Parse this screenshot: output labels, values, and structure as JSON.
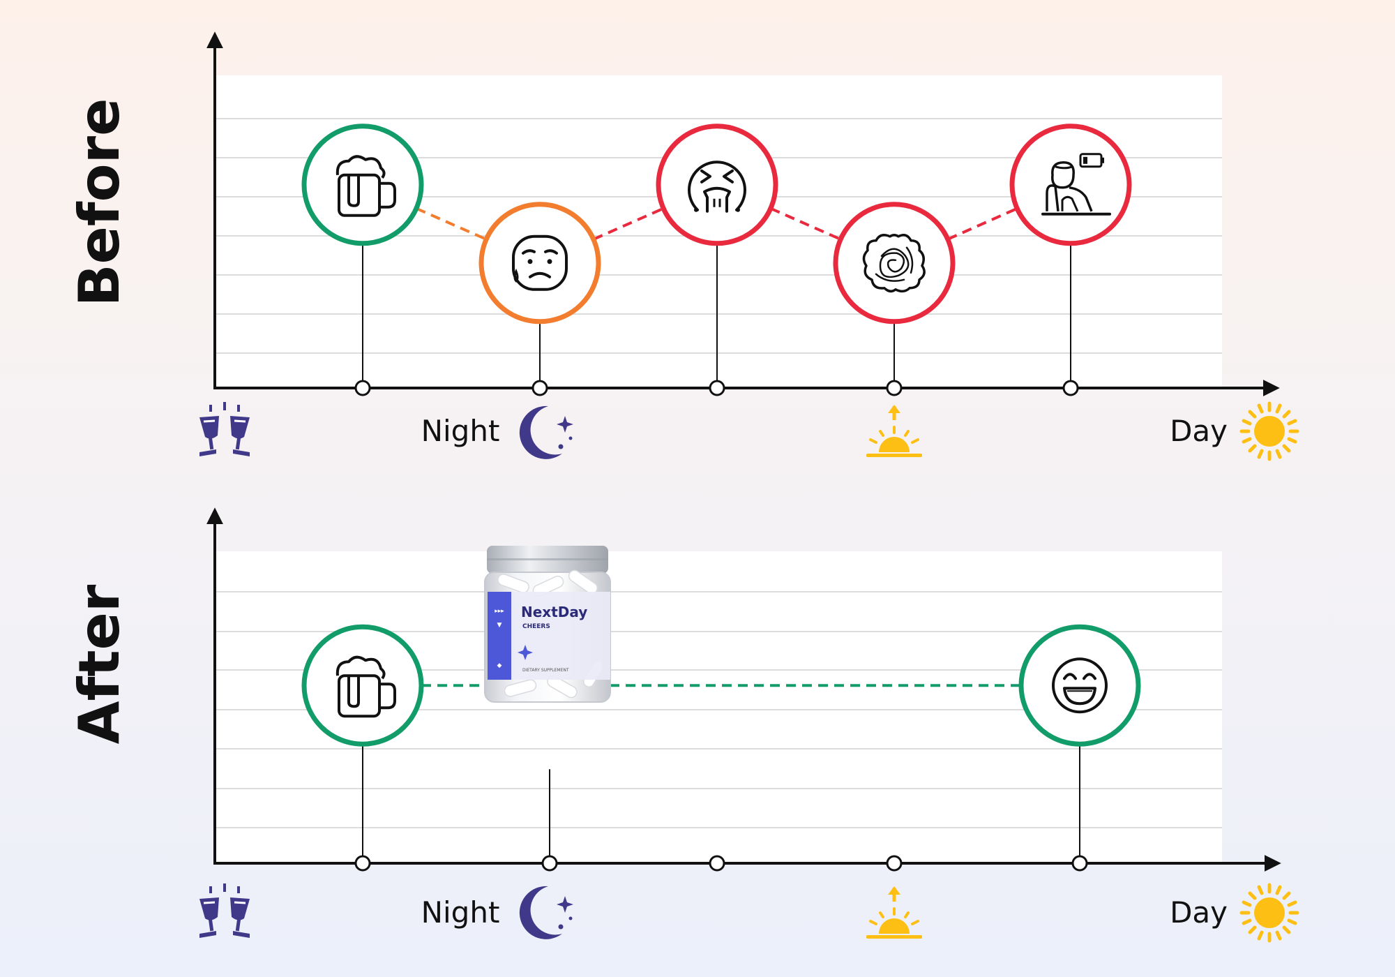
{
  "colors": {
    "good": "#129C6A",
    "warn": "#F27D2E",
    "bad": "#E92A3E",
    "accent_purple": "#403889",
    "sun_yellow": "#FDBF14",
    "axis": "#111111",
    "grid": "#dcdcdc"
  },
  "panels": [
    {
      "label": "Before",
      "x_labels": {
        "night": "Night",
        "day": "Day"
      },
      "x_markers": [
        "cheers-icon",
        "moon-icon",
        "sunrise-icon",
        "sun-icon"
      ],
      "stages": [
        {
          "icon": "beer-mug-icon",
          "status": "good",
          "level": 0.65
        },
        {
          "icon": "worried-face-icon",
          "status": "warn",
          "level": 0.4
        },
        {
          "icon": "nausea-face-icon",
          "status": "bad",
          "level": 0.65
        },
        {
          "icon": "tangled-brain-icon",
          "status": "bad",
          "level": 0.4
        },
        {
          "icon": "exhausted-person-icon",
          "status": "bad",
          "level": 0.65
        }
      ]
    },
    {
      "label": "After",
      "x_labels": {
        "night": "Night",
        "day": "Day"
      },
      "x_markers": [
        "cheers-icon",
        "moon-icon",
        "sunrise-icon",
        "sun-icon"
      ],
      "stages": [
        {
          "icon": "beer-mug-icon",
          "status": "good",
          "level": 0.57
        },
        {
          "icon": "supplement-jar",
          "status": "good",
          "level": 0.57
        },
        {
          "icon": "happy-face-icon",
          "status": "good",
          "level": 0.57
        }
      ],
      "product": {
        "name": "NextDay",
        "tagline": "CHEERS",
        "fine_print": "DIETARY SUPPLEMENT"
      }
    }
  ]
}
